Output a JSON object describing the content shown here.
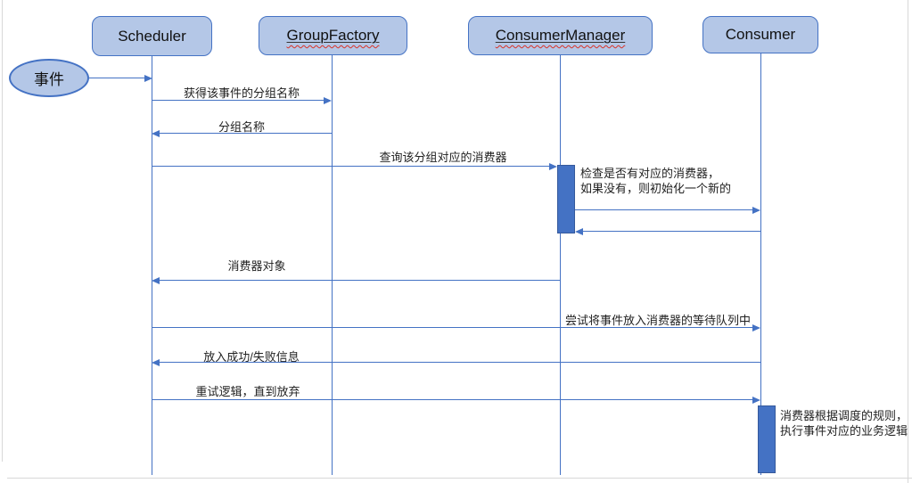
{
  "diagram": {
    "type": "sequence-diagram",
    "actors": [
      {
        "id": "scheduler",
        "label": "Scheduler",
        "spellcheck_underline": false
      },
      {
        "id": "groupfactory",
        "label": "GroupFactory",
        "spellcheck_underline": true
      },
      {
        "id": "consumermanager",
        "label": "ConsumerManager",
        "spellcheck_underline": true
      },
      {
        "id": "consumer",
        "label": "Consumer",
        "spellcheck_underline": false
      }
    ],
    "start_node": {
      "label": "事件",
      "target": "Scheduler"
    },
    "messages": [
      {
        "label": "获得该事件的分组名称",
        "from": "Scheduler",
        "to": "GroupFactory"
      },
      {
        "label": "分组名称",
        "from": "GroupFactory",
        "to": "Scheduler"
      },
      {
        "label": "查询该分组对应的消费器",
        "from": "Scheduler",
        "to": "ConsumerManager"
      },
      {
        "label": "",
        "from": "ConsumerManager",
        "to": "Consumer"
      },
      {
        "label": "",
        "from": "Consumer",
        "to": "ConsumerManager"
      },
      {
        "label": "消费器对象",
        "from": "ConsumerManager",
        "to": "Scheduler"
      },
      {
        "label": "尝试将事件放入消费器的等待队列中",
        "from": "Scheduler",
        "to": "Consumer"
      },
      {
        "label": "放入成功/失败信息",
        "from": "Consumer",
        "to": "Scheduler"
      },
      {
        "label": "重试逻辑，直到放弃",
        "from": "Scheduler",
        "to": "Consumer"
      }
    ],
    "notes": [
      {
        "text": "检查是否有对应的消费器，\n如果没有，则初始化一个新的",
        "anchor": "ConsumerManager"
      },
      {
        "text": "消费器根据调度的规则，\n执行事件对应的业务逻辑",
        "anchor": "Consumer"
      }
    ],
    "colors": {
      "actor_fill": "#b4c7e7",
      "accent": "#4472c4",
      "spellcheck_squiggle": "#d93025"
    }
  }
}
